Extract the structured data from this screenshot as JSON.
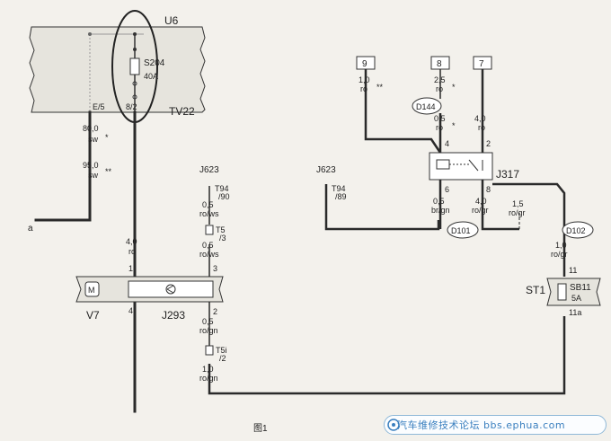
{
  "figure": {
    "caption": "图1",
    "watermark": "汽车维修技术论坛 bbs.ephua.com"
  },
  "modules": {
    "u6": "U6",
    "tv22": "TV22",
    "s204": "S204",
    "s204_rating": "40A",
    "v7": "V7",
    "motor_symbol": "M",
    "j293": "J293",
    "j317": "J317",
    "st1": "ST1",
    "sb11": "SB11",
    "sb11_rating": "5A"
  },
  "pins": {
    "e5": "E/5",
    "s2": "8/2",
    "v7_1": "1",
    "v7_4": "4",
    "j293_3": "3",
    "j293_2": "2",
    "j317_4": "4",
    "j317_2": "2",
    "j317_6": "6",
    "j317_8": "8",
    "st1_11": "11",
    "st1_11a": "11a"
  },
  "connectors": {
    "j623_left": "J623",
    "t94_90": "T94",
    "t94_90_pin": "/90",
    "j623_right": "J623",
    "t94_89": "T94",
    "t94_89_pin": "/89",
    "t5_3": "T5",
    "t5_3_pin": "/3",
    "t5i_2": "T5i",
    "t5i_2_pin": "/2",
    "box_9": "9",
    "box_8": "8",
    "box_7": "7",
    "d144": "D144",
    "d101": "D101",
    "d102": "D102",
    "wire_a": "a"
  },
  "wires": {
    "w80_size": "80,0",
    "w80_color": "sw",
    "w80_mark": "*",
    "w95_size": "95,0",
    "w95_color": "sw",
    "w95_mark": "**",
    "w40_size": "4,0",
    "w40_color": "ro",
    "w05a_size": "0,5",
    "w05a_color": "ro/ws",
    "w05b_size": "0,5",
    "w05b_color": "ro/ws",
    "w05c_size": "0,5",
    "w05c_color": "ro/gn",
    "w10a_size": "1,0",
    "w10a_color": "ro/gn",
    "w9_size": "1,0",
    "w9_color": "ro",
    "w9_mark": "**",
    "w8a_size": "2,5",
    "w8a_color": "ro",
    "w8a_mark": "*",
    "w8b_size": "0,5",
    "w8b_color": "ro",
    "w8b_mark": "*",
    "w7_size": "4,0",
    "w7_color": "ro",
    "w6_size": "0,5",
    "w6_color": "br/gn",
    "wj8_size": "4,0",
    "wj8_color": "ro/gr",
    "w15_size": "1,5",
    "w15_color": "ro/gr",
    "w10b_size": "1,0",
    "w10b_color": "ro/gr"
  },
  "colors": {
    "line": "#2a2a2a",
    "panel": "#e6e4dd",
    "background": "#f3f1ec",
    "highlight_oval": "#222222"
  }
}
